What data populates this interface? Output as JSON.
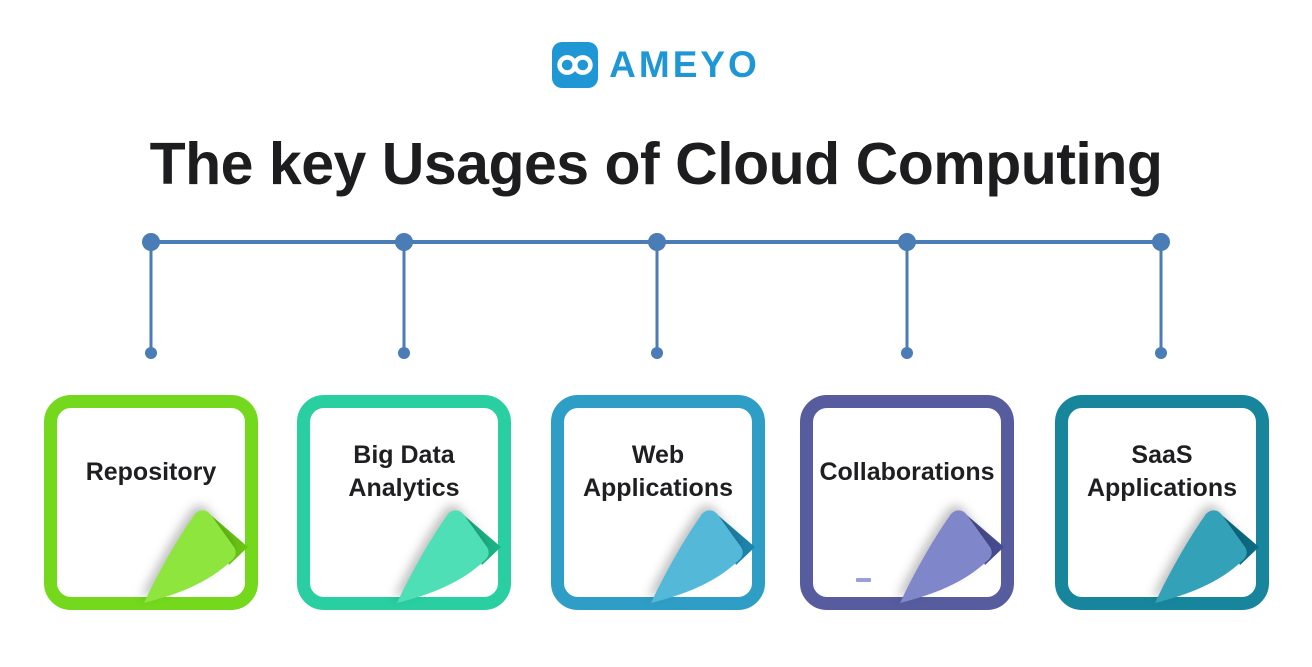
{
  "brand": {
    "name": "AMEYO",
    "logo_icon": "infinity-icon",
    "color": "#1f97d5"
  },
  "title": "The key Usages of Cloud Computing",
  "title_color": "#1d1d1f",
  "text_color": "#1f1f21",
  "background_color": "#ffffff",
  "connector": {
    "color": "#4a7cb6",
    "branch_count": 5
  },
  "cards": [
    {
      "label": "Repository",
      "border_color": "#74d81c",
      "curl_color": "#8de53e",
      "curl_shade_color": "#69c414"
    },
    {
      "label": "Big Data\nAnalytics",
      "border_color": "#29cfa1",
      "curl_color": "#4edfb7",
      "curl_shade_color": "#1db387"
    },
    {
      "label": "Web\nApplications",
      "border_color": "#2f9ec6",
      "curl_color": "#54b8d9",
      "curl_shade_color": "#1e84ab"
    },
    {
      "label": "Collaborations",
      "border_color": "#575c9f",
      "curl_color": "#7f86c9",
      "curl_shade_color": "#474c91",
      "artifact_dash_color": "#9aa0d6"
    },
    {
      "label": "SaaS\nApplications",
      "border_color": "#17869d",
      "curl_color": "#33a2b9",
      "curl_shade_color": "#0c6c82"
    }
  ]
}
